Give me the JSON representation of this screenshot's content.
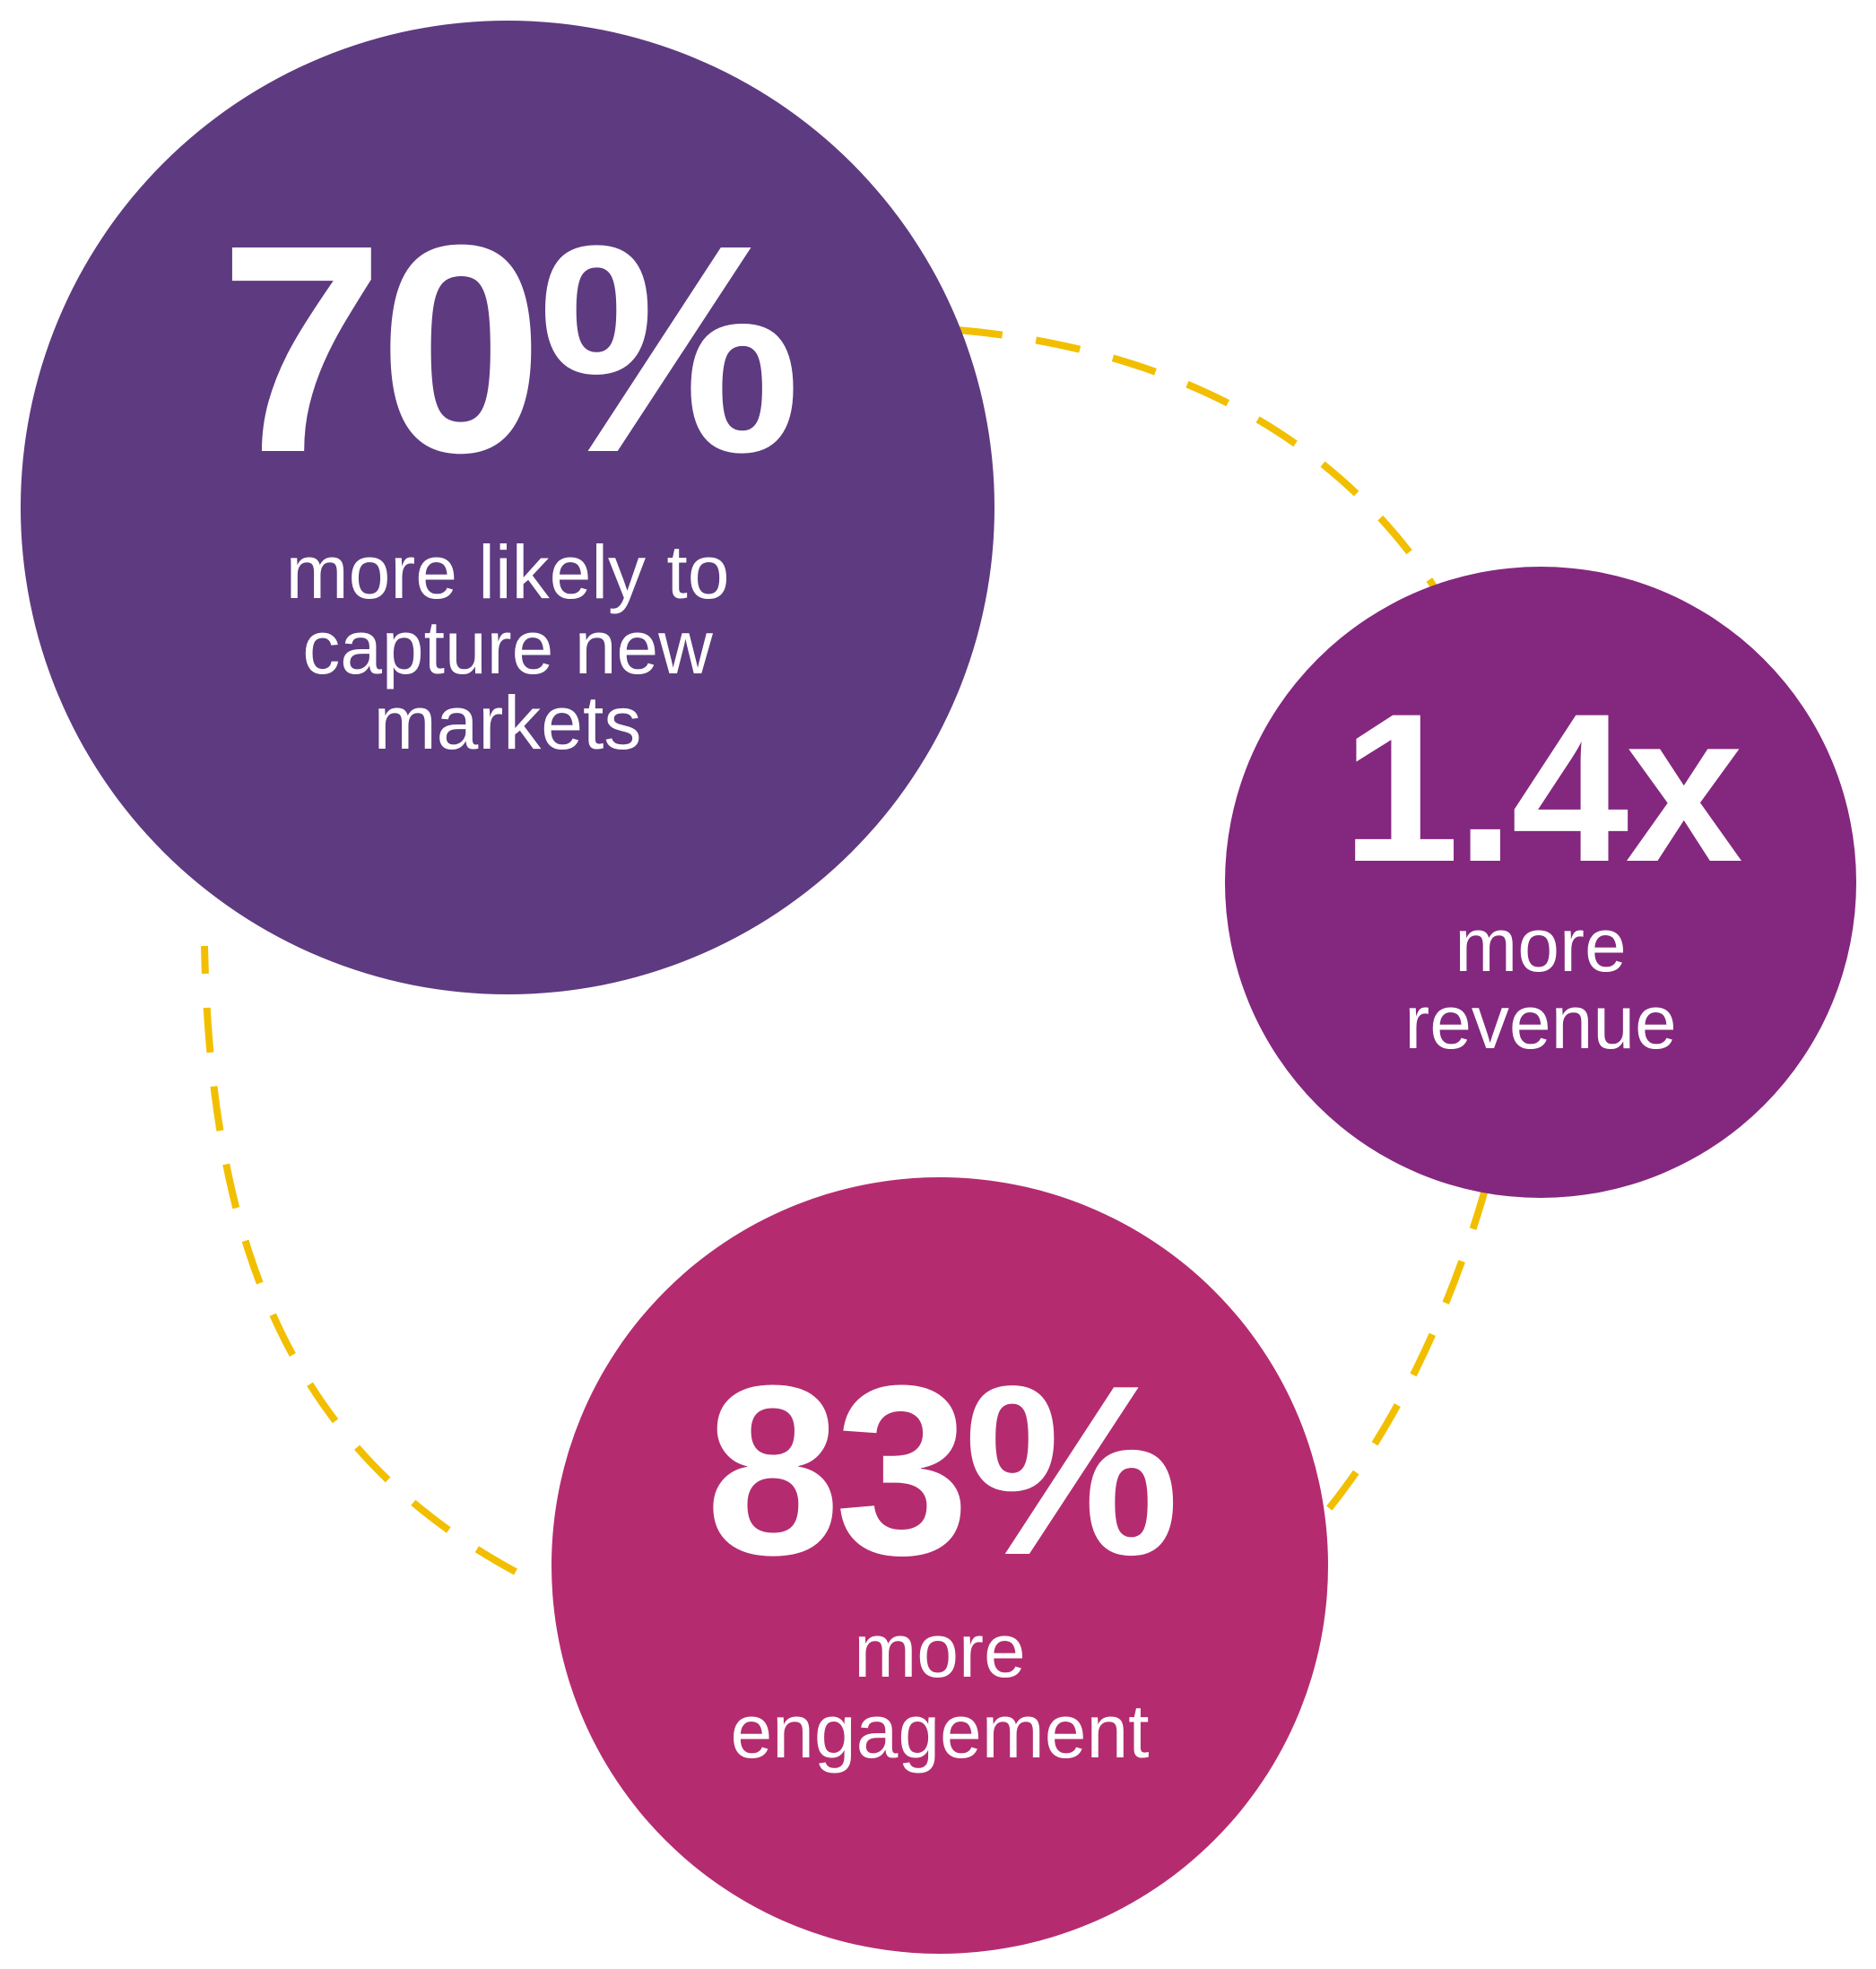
{
  "colors": {
    "circle_a": "#5e3a80",
    "circle_b": "#84277f",
    "circle_c": "#b42c6f",
    "connector": "#f2bf00",
    "text": "#ffffff"
  },
  "stats": [
    {
      "id": "circle-a",
      "value": "70%",
      "label": "more likely to\ncapture new\nmarkets"
    },
    {
      "id": "circle-b",
      "value": "1.4x",
      "label": "more\nrevenue"
    },
    {
      "id": "circle-c",
      "value": "83%",
      "label": "more\nengagement"
    }
  ]
}
